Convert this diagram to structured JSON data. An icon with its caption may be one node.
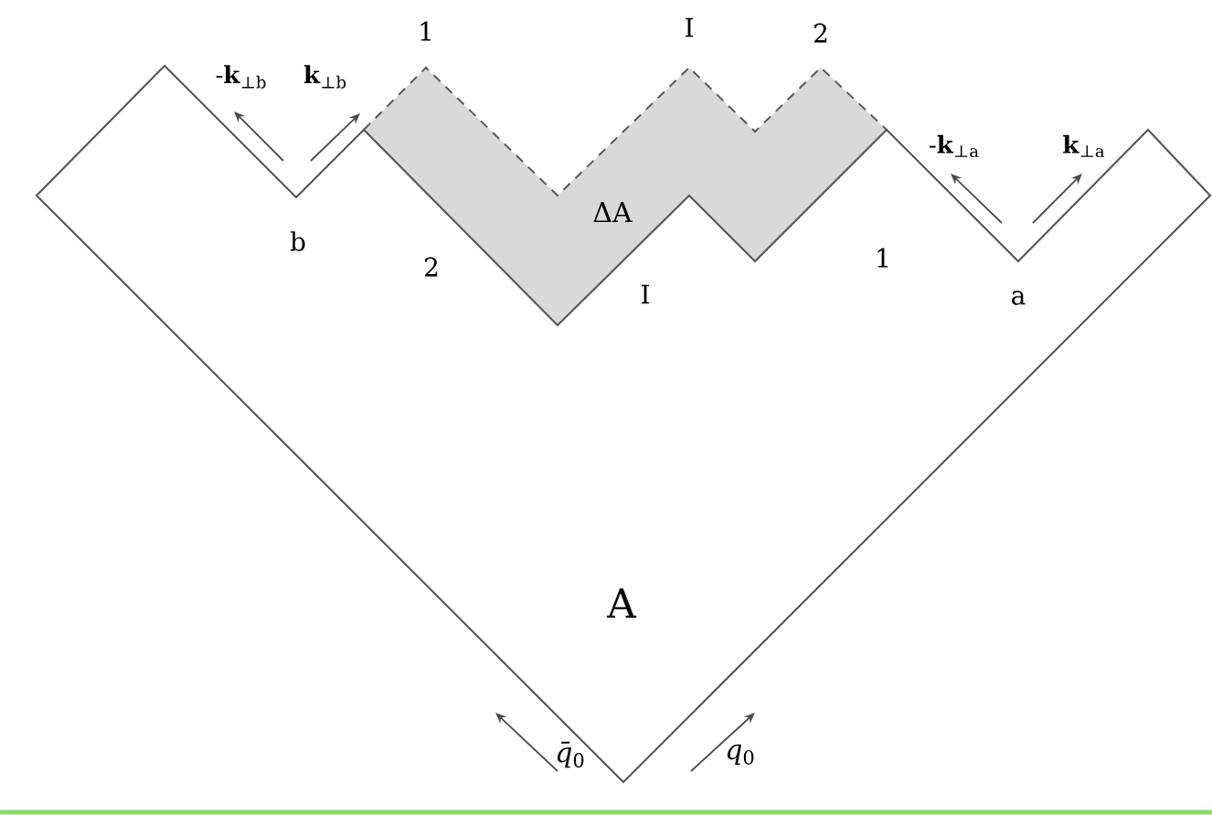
{
  "diagram": {
    "labels": [
      "1",
      "I",
      "2",
      "-**k**$_{⊥b}$",
      "**k**$_{⊥b}$",
      "-**k**$_{⊥a}$",
      "**k**$_{⊥a}$",
      "ΔA",
      "b",
      "2",
      "I",
      "1",
      "a",
      "A",
      "*q̄*$_{0}$",
      "*q*$_{0}$"
    ]
  }
}
